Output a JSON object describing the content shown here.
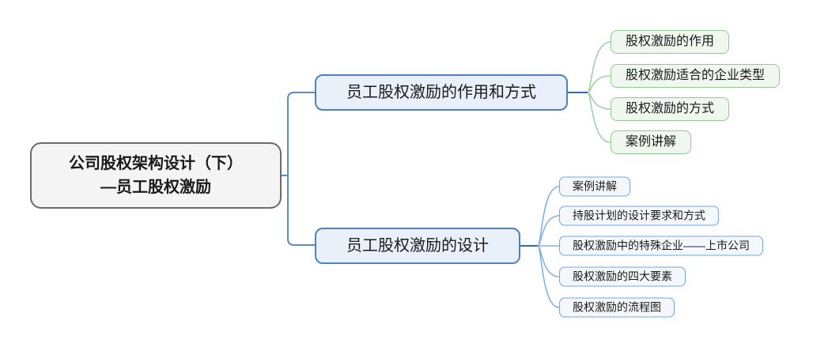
{
  "colors": {
    "text": "#1a1a1a",
    "root-border": "#6b6b6b",
    "root-fill": "#f4f4f4",
    "branch-border": "#4f81bd",
    "branch-fill": "#e9f0fa",
    "green-border": "#94c794",
    "green-fill": "#eff7ef",
    "blue-border": "#74a7dc",
    "blue-fill": "#f4f7fb",
    "line-root": "#5b8cc8",
    "line-stub": "#2e6dad",
    "line-green": "#a3d1a3",
    "line-blue": "#85b1e0"
  },
  "root": {
    "line1": "公司股权架构设计（下）",
    "line2": "—员工股权激励"
  },
  "branches": [
    {
      "label": "员工股权激励的作用和方式",
      "children": [
        {
          "label": "股权激励的作用"
        },
        {
          "label": "股权激励适合的企业类型"
        },
        {
          "label": "股权激励的方式"
        },
        {
          "label": "案例讲解"
        }
      ]
    },
    {
      "label": "员工股权激励的设计",
      "children": [
        {
          "label": "案例讲解"
        },
        {
          "label": "持股计划的设计要求和方式"
        },
        {
          "label": "股权激励中的特殊企业——上市公司"
        },
        {
          "label": "股权激励的四大要素"
        },
        {
          "label": "股权激励的流程图"
        }
      ]
    }
  ]
}
